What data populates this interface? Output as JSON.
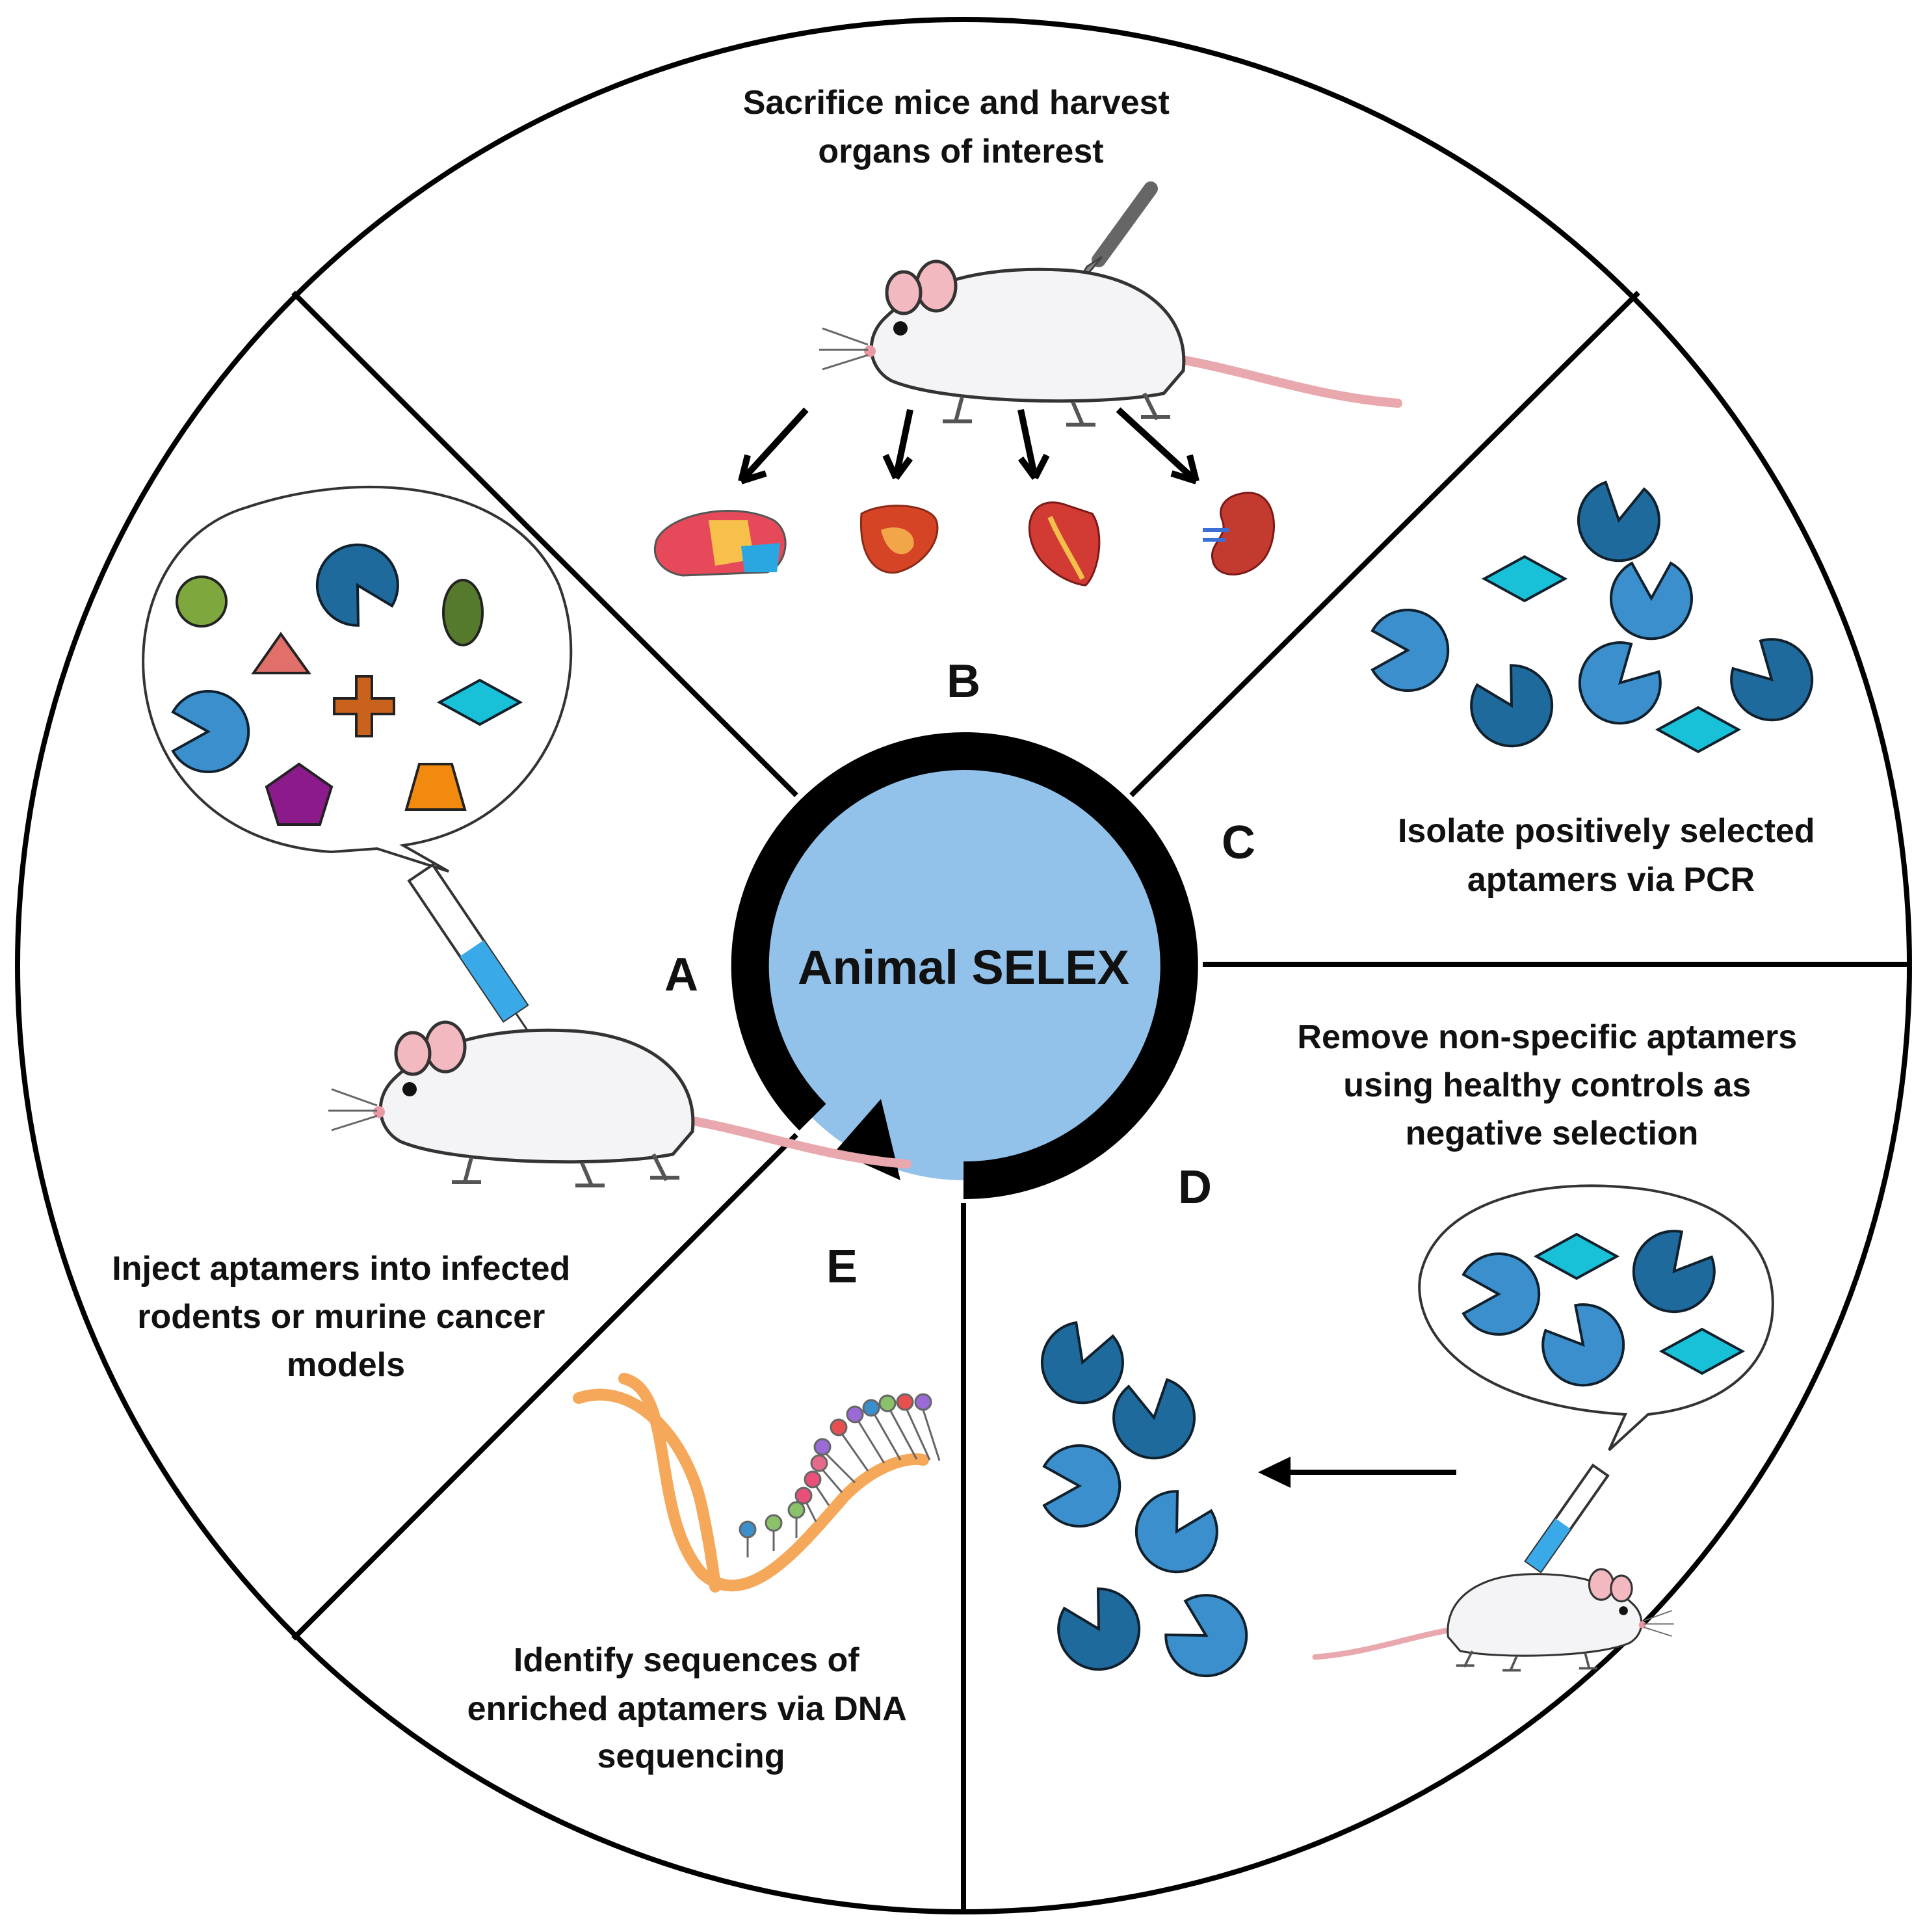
{
  "center": {
    "title": "Animal SELEX"
  },
  "steps": [
    {
      "letter": "A",
      "lines": [
        "Inject aptamers into infected",
        "rodents or murine cancer",
        "models"
      ]
    },
    {
      "letter": "B",
      "lines": [
        "Sacrifice mice and harvest",
        "organs of interest"
      ]
    },
    {
      "letter": "C",
      "lines": [
        "Isolate positively selected",
        "aptamers via PCR"
      ]
    },
    {
      "letter": "D",
      "lines": [
        "Remove non-specific aptamers",
        "using healthy controls as",
        "negative selection"
      ]
    },
    {
      "letter": "E",
      "lines": [
        "Identify sequences of",
        "enriched aptamers via DNA",
        "sequencing"
      ]
    }
  ],
  "colors": {
    "center_fill": "#92c1ea",
    "ring": "#000000",
    "aptamer_dark": "#1f6a9c",
    "aptamer_mid": "#3a8fcc",
    "aptamer_cyan": "#18c1d8",
    "circle_green": "#7ea83e",
    "ellipse_green": "#567a2c",
    "triangle": "#e2706a",
    "cross": "#c9621c",
    "pentagon": "#8b1a8b",
    "trapezoid": "#f28a10",
    "dna_strand": "#f5a85a",
    "mouse_body": "#f4f4f6",
    "mouse_pink": "#f3b9c0"
  }
}
